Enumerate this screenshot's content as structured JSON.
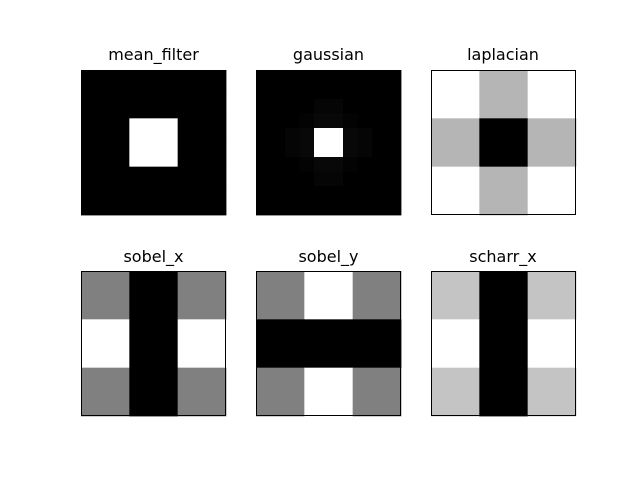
{
  "chart_data": [
    {
      "type": "heatmap",
      "title": "mean_filter",
      "grid": false,
      "colormap": "gray",
      "values": [
        [
          0.0,
          0.0,
          0.0,
          0.0,
          0.0,
          0.0
        ],
        [
          0.0,
          0.0,
          0.0,
          0.0,
          0.0,
          0.0
        ],
        [
          0.0,
          0.0,
          1.0,
          1.0,
          0.0,
          0.0
        ],
        [
          0.0,
          0.0,
          1.0,
          1.0,
          0.0,
          0.0
        ],
        [
          0.0,
          0.0,
          0.0,
          0.0,
          0.0,
          0.0
        ],
        [
          0.0,
          0.0,
          0.0,
          0.0,
          0.0,
          0.0
        ]
      ]
    },
    {
      "type": "heatmap",
      "title": "gaussian",
      "grid": false,
      "colormap": "gray",
      "values": [
        [
          0.0,
          0.0,
          0.0,
          0.0,
          0.0,
          0.0,
          0.0,
          0.0,
          0.0,
          0.0
        ],
        [
          0.0,
          0.0,
          0.0,
          0.0,
          0.0,
          0.0,
          0.0,
          0.0,
          0.0,
          0.0
        ],
        [
          0.0,
          0.0,
          0.0,
          0.0,
          0.02,
          0.02,
          0.0,
          0.0,
          0.0,
          0.0
        ],
        [
          0.0,
          0.0,
          0.0,
          0.01,
          0.03,
          0.03,
          0.01,
          0.0,
          0.0,
          0.0
        ],
        [
          0.0,
          0.0,
          0.02,
          0.03,
          1.0,
          1.0,
          0.03,
          0.02,
          0.0,
          0.0
        ],
        [
          0.0,
          0.0,
          0.02,
          0.03,
          1.0,
          1.0,
          0.03,
          0.02,
          0.0,
          0.0
        ],
        [
          0.0,
          0.0,
          0.0,
          0.01,
          0.03,
          0.03,
          0.01,
          0.0,
          0.0,
          0.0
        ],
        [
          0.0,
          0.0,
          0.0,
          0.0,
          0.02,
          0.02,
          0.0,
          0.0,
          0.0,
          0.0
        ],
        [
          0.0,
          0.0,
          0.0,
          0.0,
          0.0,
          0.0,
          0.0,
          0.0,
          0.0,
          0.0
        ],
        [
          0.0,
          0.0,
          0.0,
          0.0,
          0.0,
          0.0,
          0.0,
          0.0,
          0.0,
          0.0
        ]
      ]
    },
    {
      "type": "heatmap",
      "title": "laplacian",
      "grid": false,
      "colormap": "gray",
      "values": [
        [
          1.0,
          0.71,
          1.0
        ],
        [
          0.71,
          0.0,
          0.71
        ],
        [
          1.0,
          0.71,
          1.0
        ]
      ]
    },
    {
      "type": "heatmap",
      "title": "sobel_x",
      "grid": false,
      "colormap": "gray",
      "values": [
        [
          0.5,
          0.0,
          0.5
        ],
        [
          1.0,
          0.0,
          1.0
        ],
        [
          0.5,
          0.0,
          0.5
        ]
      ]
    },
    {
      "type": "heatmap",
      "title": "sobel_y",
      "grid": false,
      "colormap": "gray",
      "values": [
        [
          0.5,
          1.0,
          0.5
        ],
        [
          0.0,
          0.0,
          0.0
        ],
        [
          0.5,
          1.0,
          0.5
        ]
      ]
    },
    {
      "type": "heatmap",
      "title": "scharr_x",
      "grid": false,
      "colormap": "gray",
      "values": [
        [
          0.77,
          0.0,
          0.77
        ],
        [
          1.0,
          0.0,
          1.0
        ],
        [
          0.77,
          0.0,
          0.77
        ]
      ]
    }
  ]
}
